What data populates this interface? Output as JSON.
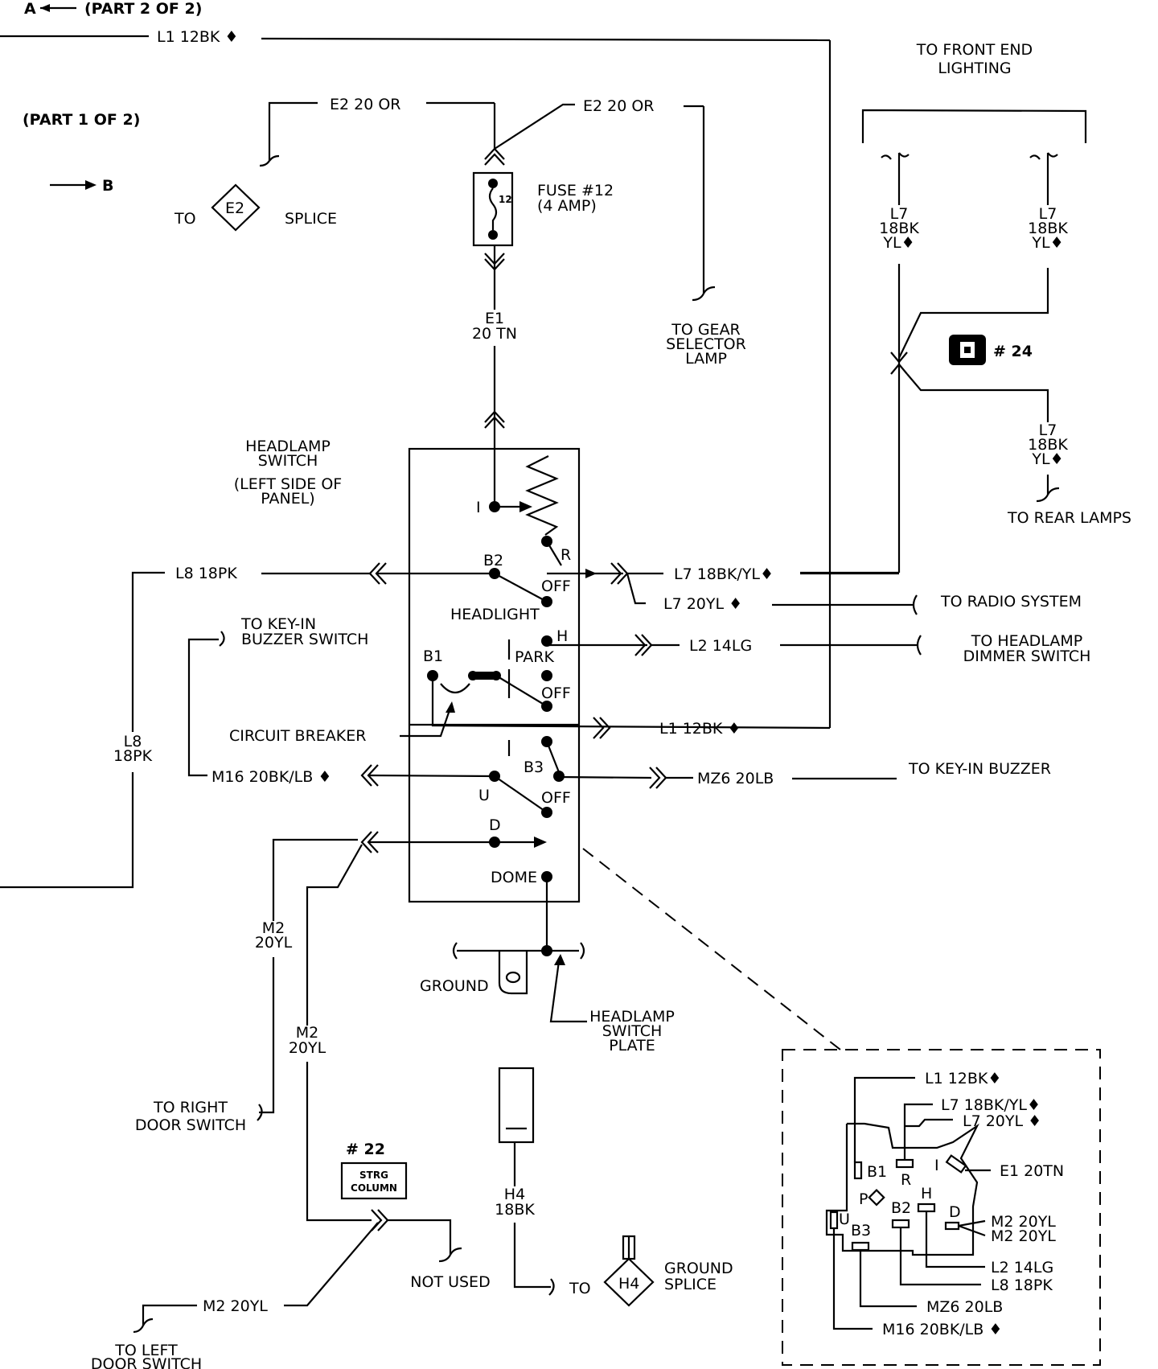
{
  "part_a": "A",
  "part_a_text": "(PART 2 OF 2)",
  "part_b": "B",
  "part_b_text": "(PART 1 OF 2)",
  "wires": {
    "l1_top": "L1  12BK ♦",
    "e2_left": "E2  20  OR",
    "e2_right": "E2  20  OR",
    "e1_code": "E1",
    "e1_spec": "20  TN",
    "l7_a1": "L7",
    "l7_a2": "18BK",
    "l7_a3": "YL♦",
    "l7_b1": "L7",
    "l7_b2": "18BK",
    "l7_b3": "YL♦",
    "l7_c1": "L7",
    "l7_c2": "18BK",
    "l7_c3": "YL♦",
    "l8": "L8  18PK",
    "l8_v1": "L8",
    "l8_v2": "18PK",
    "l7_main": "L7  18BK/YL♦",
    "l7_20yl": "L7  20YL ♦",
    "l2": "L2  14LG",
    "l1_mid": "L1  12BK ♦",
    "m16": "M16  20BK/LB ♦",
    "mz6": "MZ6  20LB",
    "m2_a1": "M2",
    "m2_a2": "20YL",
    "m2_b1": "M2",
    "m2_b2": "20YL",
    "m2_c": "M2  20YL",
    "h4_1": "H4",
    "h4_2": "18BK"
  },
  "labels": {
    "front_end_1": "TO FRONT END",
    "front_end_2": "LIGHTING",
    "to": "TO",
    "splice": "SPLICE",
    "e2_diamond": "E2",
    "fuse_1": "FUSE #12",
    "fuse_2": "(4  AMP)",
    "fuse_num": "12",
    "gear_1": "TO GEAR",
    "gear_2": "SELECTOR",
    "gear_3": "LAMP",
    "conn24": "# 24",
    "rear": "TO REAR LAMPS",
    "hs_1": "HEADLAMP",
    "hs_2": "SWITCH",
    "hs_3": "(LEFT SIDE OF",
    "hs_4": "PANEL)",
    "radio": "TO RADIO SYSTEM",
    "dimmer_1": "TO HEADLAMP",
    "dimmer_2": "DIMMER SWITCH",
    "buzz_sw_1": "TO KEY-IN",
    "buzz_sw_2": "BUZZER SWITCH",
    "circuit_breaker": "CIRCUIT BREAKER",
    "buzzer": "TO KEY-IN BUZZER",
    "ground": "GROUND",
    "plate_1": "HEADLAMP",
    "plate_2": "SWITCH",
    "plate_3": "PLATE",
    "right_door_1": "TO RIGHT",
    "right_door_2": "DOOR SWITCH",
    "conn22": "# 22",
    "strg_1": "STRG",
    "strg_2": "COLUMN",
    "not_used": "NOT  USED",
    "to2": "TO",
    "h4_diamond": "H4",
    "gs_1": "GROUND",
    "gs_2": "SPLICE",
    "left_door_1": "TO LEFT",
    "left_door_2": "DOOR SWITCH"
  },
  "switch_terminals": {
    "i": "I",
    "r": "R",
    "b2": "B2",
    "off1": "OFF",
    "headlight": "HEADLIGHT",
    "h": "H",
    "b1": "B1",
    "park": "PARK",
    "off2": "OFF",
    "b3": "B3",
    "u": "U",
    "off3": "OFF",
    "d": "D",
    "dome": "DOME"
  },
  "inset": {
    "l1": "L1  12BK♦",
    "l7a": "L7  18BK/YL♦",
    "l7b": "L7  20YL ♦",
    "e1": "E1  20TN",
    "m2a": "M2  20YL",
    "m2b": "M2  20YL",
    "l2": "L2  14LG",
    "l8": "L8  18PK",
    "mz6": "MZ6  20LB",
    "m16": "M16  20BK/LB ♦",
    "b1": "B1",
    "r": "R",
    "i": "I",
    "p": "P",
    "h": "H",
    "u": "U",
    "b3": "B3",
    "b2": "B2",
    "d": "D"
  }
}
